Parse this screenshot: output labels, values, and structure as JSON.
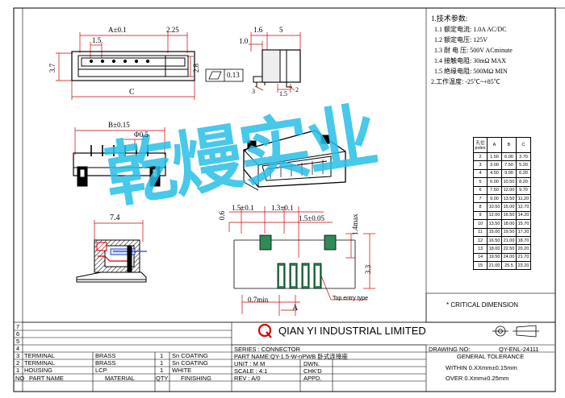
{
  "specs": {
    "heading": "1.技术参数:",
    "lines": [
      "1.1 额定电流: 1.0A AC/DC",
      "1.2 额定电压: 125V",
      "1.3 耐 电 压: 500V ACminute",
      "1.4 接触电阻: 30mΩ MAX",
      "1.5 绝缘电阻: 500MΩ MIN",
      "2.工作温度: -25℃~+85℃"
    ]
  },
  "pole_table": {
    "header": [
      "孔位 poles",
      "A",
      "B",
      "C"
    ],
    "rows": [
      [
        "2",
        "1.50",
        "6.00",
        "3.70"
      ],
      [
        "3",
        "3.00",
        "7.50",
        "5.20"
      ],
      [
        "4",
        "4.50",
        "9.00",
        "6.20"
      ],
      [
        "5",
        "6.00",
        "10.50",
        "8.20"
      ],
      [
        "6",
        "7.50",
        "12.00",
        "9.70"
      ],
      [
        "7",
        "9.00",
        "13.50",
        "11.20"
      ],
      [
        "8",
        "10.50",
        "15.00",
        "12.70"
      ],
      [
        "9",
        "12.00",
        "16.50",
        "14.20"
      ],
      [
        "10",
        "13.50",
        "18.00",
        "15.70"
      ],
      [
        "11",
        "15.00",
        "19.50",
        "17.20"
      ],
      [
        "12",
        "16.50",
        "21.00",
        "18.70"
      ],
      [
        "13",
        "18.00",
        "22.50",
        "20.20"
      ],
      [
        "14",
        "19.50",
        "24.00",
        "21.70"
      ],
      [
        "15",
        "21.00",
        "25.5",
        "23.20"
      ]
    ]
  },
  "critical_note": "* CRITICAL DIMENSION",
  "dims": {
    "top_a": "A±0.1",
    "top_225": "2.25",
    "top_15": "1.5",
    "top_37": "3.7",
    "top_28": "2.8",
    "top_c": "C",
    "side_16": "1.6",
    "side_5": "5",
    "side_10": "1.0",
    "side_3": "3",
    "side_2": "2",
    "side_15": "1.5",
    "flat": "0.13",
    "front_b": "B±0.15",
    "front_phi": "Φ0.5",
    "sec_74": "7.4",
    "fp_15a": "1.5±0.1",
    "fp_13": "1.3±0.1",
    "fp_15b": "1.5±0.05",
    "fp_06": "0.6",
    "fp_14": "1.4max",
    "fp_33": "3.3",
    "fp_07": "0.7min",
    "fp_a": "A",
    "fp_note": "Top entry type"
  },
  "watermark": "乾熳实业",
  "title_block": {
    "company": "QIAN YI INDUSTRIAL LIMITED",
    "drawing_no_label": "DRAWING NO:",
    "drawing_no": "QY-ENL-24111",
    "series": "SERIES : CONNECTOR",
    "part_name": "PART NAME:QY-1.5-W-nPWB 卧式连接座",
    "unit": "UNIT : M M",
    "scale": "SCALE : 4:1",
    "rev": "REV : A/0",
    "dwn": "DWN.",
    "chkd": "CHK'D",
    "appd": "APPD.",
    "general_tol": "GENERAL TOLERANCE",
    "tol1": "WITHIN 0.XXmm±0.15mm",
    "tol2": "OVER  0.Xmm±0.25mm",
    "bom": [
      {
        "no": "3",
        "part": "TERMINAL",
        "mat": "BRASS",
        "qty": "1",
        "fin": "Sn COATING"
      },
      {
        "no": "2",
        "part": "TERMINAL",
        "mat": "BRASS",
        "qty": "1",
        "fin": "Sn COATING"
      },
      {
        "no": "1",
        "part": "HOUSING",
        "mat": "LCP",
        "qty": "1",
        "fin": "WHITE"
      }
    ],
    "bom_header": {
      "no": "NO",
      "part": "PART NAME",
      "mat": "MATERIAL",
      "qty": "QTY",
      "fin": "FINISHING"
    },
    "row_nums": [
      "7",
      "6",
      "5",
      "4"
    ]
  }
}
